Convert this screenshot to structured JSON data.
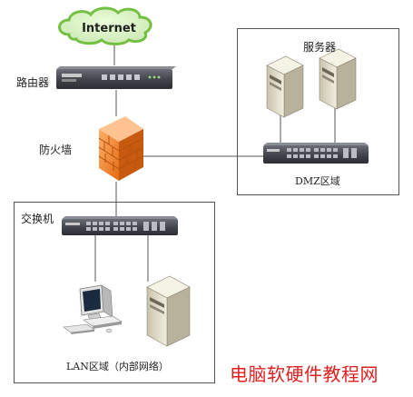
{
  "cloud": {
    "label": "Internet"
  },
  "router": {
    "label": "路由器"
  },
  "firewall": {
    "label": "防火墙"
  },
  "server_zone": {
    "label": "服务器"
  },
  "dmz_zone": {
    "label": "DMZ区域"
  },
  "switch": {
    "label": "交换机"
  },
  "lan_zone": {
    "label": "LAN区域（内部网络）"
  },
  "watermark": {
    "text": "电脑软硬件教程网"
  },
  "colors": {
    "cloud_green": "#74c043",
    "firewall_orange": "#f08a2a",
    "device_dark": "#4a4c55",
    "box_border": "#555555",
    "watermark_red": "#e02020"
  }
}
